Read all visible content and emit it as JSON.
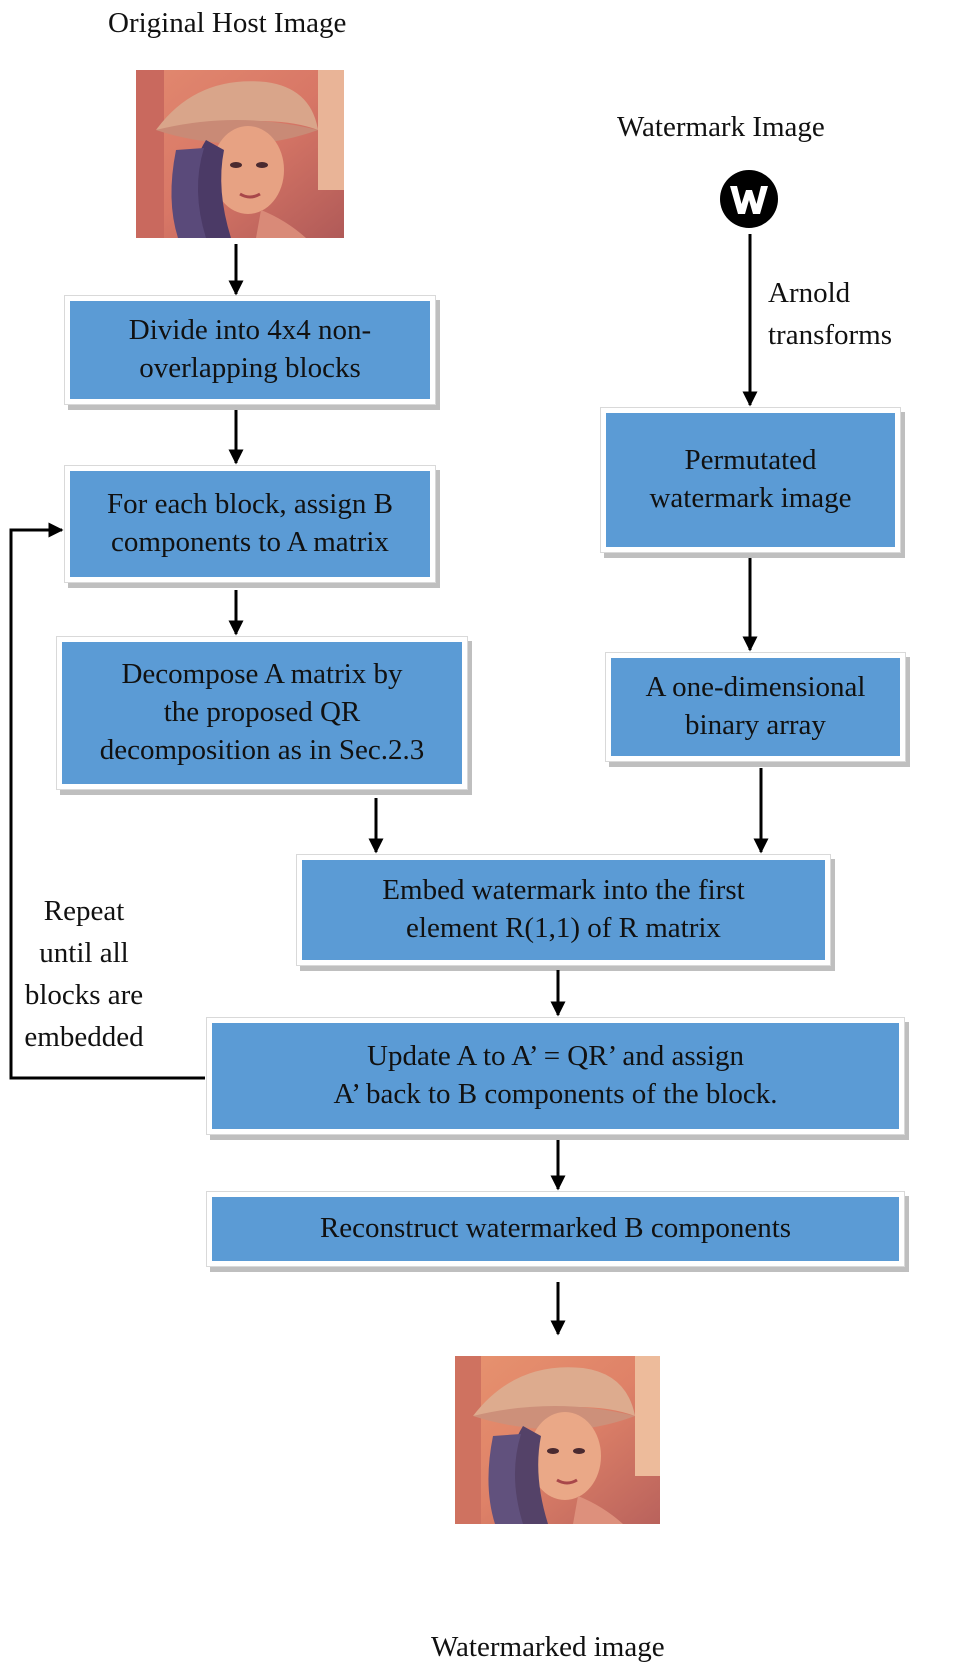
{
  "labels": {
    "host_image": "Original Host Image",
    "watermark_image": "Watermark Image",
    "arnold": "Arnold\ntransforms",
    "repeat": "Repeat\nuntil all\nblocks are\nembedded",
    "watermarked_image": "Watermarked image"
  },
  "boxes": {
    "divide": "Divide into 4x4 non-\noverlapping blocks",
    "assign": "For each block, assign B\ncomponents to A matrix",
    "decompose": "Decompose A matrix by\nthe proposed QR\ndecomposition as in Sec.2.3",
    "permutated": "Permutated\nwatermark image",
    "binary_array": "A one-dimensional\nbinary array",
    "embed": "Embed watermark into the first\nelement R(1,1) of R matrix",
    "update": "Update A to A’ = QR’ and assign\nA’ back to B components of the block.",
    "reconstruct": "Reconstruct watermarked B components"
  },
  "colors": {
    "box_fill": "#5b9bd5",
    "arrow": "#000000"
  },
  "icons": {
    "watermark_logo": "w-logo-icon"
  }
}
